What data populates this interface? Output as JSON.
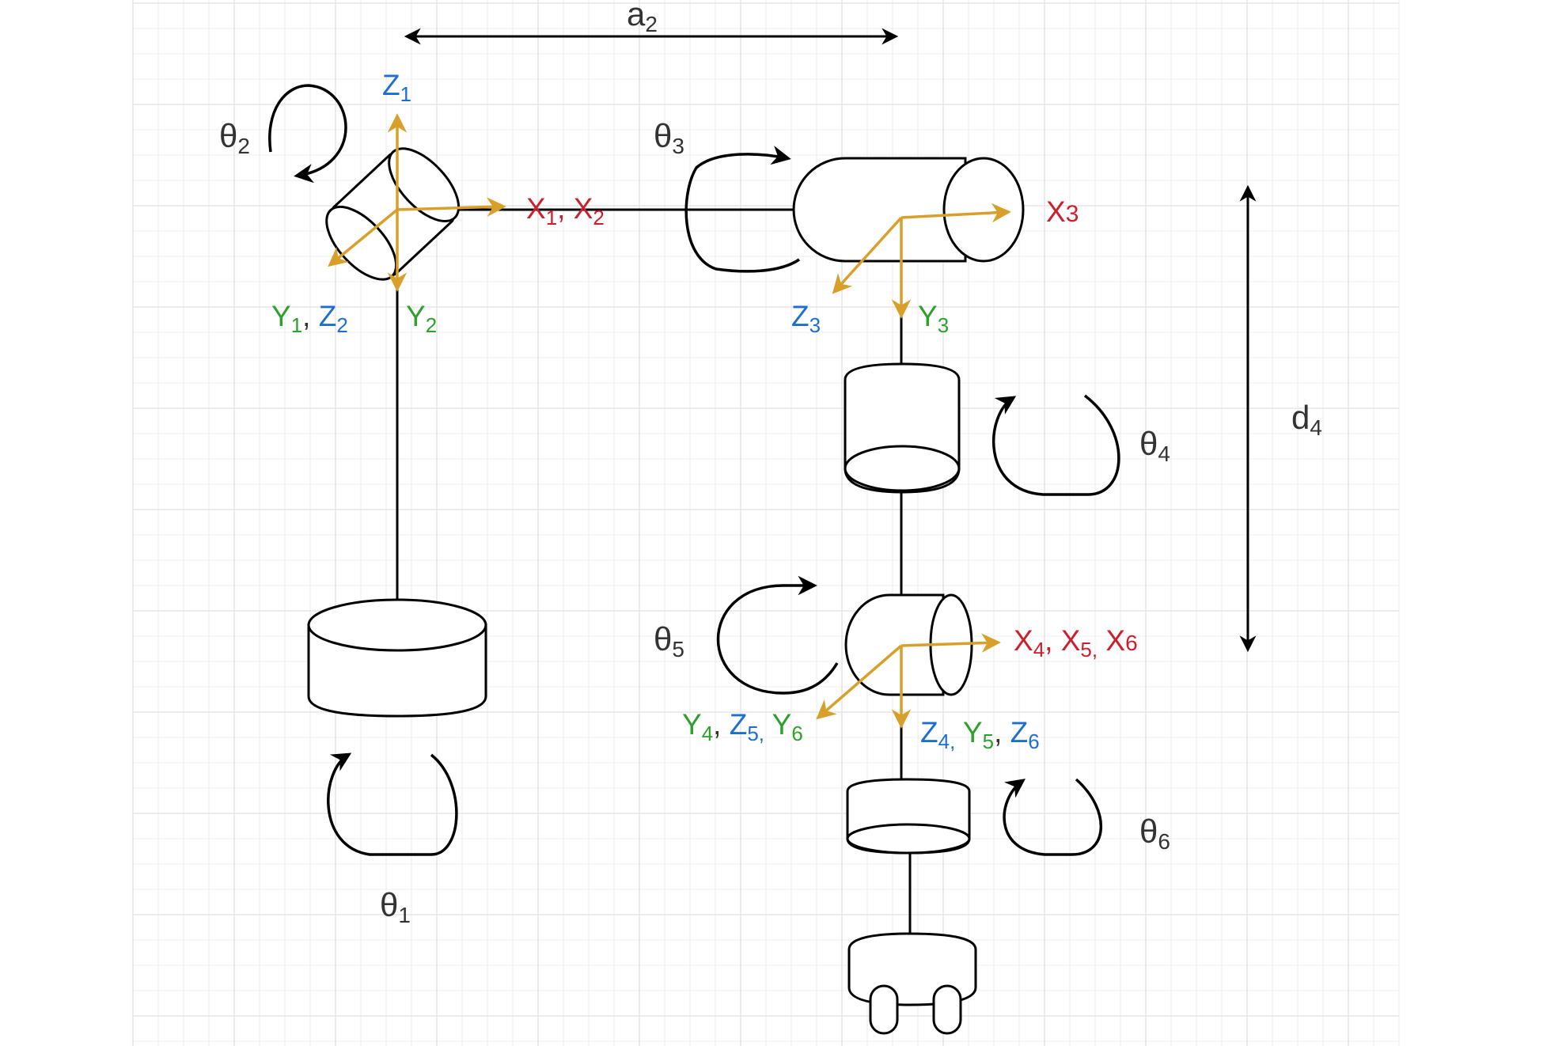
{
  "colors": {
    "background": "#ffffff",
    "grid": "#e6e6e6",
    "outline": "#000000",
    "axis_arrow": "#d8a02a",
    "x_axis_label": "#cc1f2e",
    "y_axis_label": "#2ea02e",
    "z_axis_label": "#1d6fcf",
    "parameter_label": "#333333"
  },
  "dimensions": {
    "a2": {
      "sym": "a",
      "sub": "2"
    },
    "d4": {
      "sym": "d",
      "sub": "4"
    }
  },
  "joint_angles": [
    {
      "id": "theta1",
      "sym": "θ",
      "sub": "1"
    },
    {
      "id": "theta2",
      "sym": "θ",
      "sub": "2"
    },
    {
      "id": "theta3",
      "sym": "θ",
      "sub": "3"
    },
    {
      "id": "theta4",
      "sym": "θ",
      "sub": "4"
    },
    {
      "id": "theta5",
      "sym": "θ",
      "sub": "5"
    },
    {
      "id": "theta6",
      "sym": "θ",
      "sub": "6"
    }
  ],
  "frame_labels": {
    "z1": {
      "sym": "Z",
      "sub": "1"
    },
    "x1x2": {
      "x1": "X",
      "x1_sub": "1",
      "sep": ", ",
      "x2": "X",
      "x2_sub": "2"
    },
    "y1z2": {
      "y1": "Y",
      "y1_sub": "1",
      "sep": ", ",
      "z2": "Z",
      "z2_sub": "2"
    },
    "y2": {
      "sym": "Y",
      "sub": "2"
    },
    "x3": {
      "sym": "X",
      "sub": "3"
    },
    "z3": {
      "sym": "Z",
      "sub": "3"
    },
    "y3": {
      "sym": "Y",
      "sub": "3"
    },
    "x4x5x6": {
      "x4": "X",
      "x4_sub": "4",
      "sep1": ", ",
      "x5": "X",
      "x5_sub": "5,",
      "sep2": " ",
      "x6": "X",
      "x6_sub": "6"
    },
    "y4z5y6": {
      "y4": "Y",
      "y4_sub": "4",
      "sep1": ", ",
      "z5": "Z",
      "z5_sub": "5,",
      "sep2": " ",
      "y6": "Y",
      "y6_sub": "6"
    },
    "z4y5z6": {
      "z4": "Z",
      "z4_sub": "4,",
      "sep1": " ",
      "y5": "Y",
      "y5_sub": "5",
      "sep2": ", ",
      "z6": "Z",
      "z6_sub": "6"
    }
  }
}
